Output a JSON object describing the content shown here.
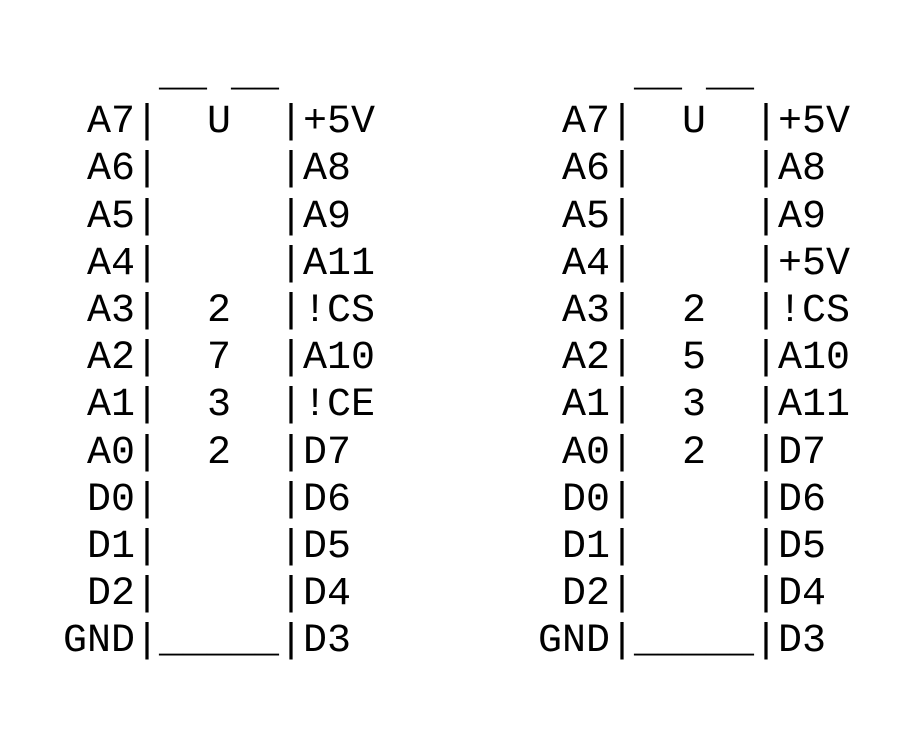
{
  "chips": [
    {
      "lines": [
        "    __ __",
        "A7|  U  |+5V",
        "A6|     |A8",
        "A5|     |A9",
        "A4|     |A11",
        "A3|  2  |!CS",
        "A2|  7  |A10",
        "A1|  3  |!CE",
        "A0|  2  |D7",
        "D0|     |D6",
        "D1|     |D5",
        "D2|     |D4",
        "GND|_____|D3"
      ]
    },
    {
      "lines": [
        "    __ __",
        "A7|  U  |+5V",
        "A6|     |A8",
        "A5|     |A9",
        "A4|     |+5V",
        "A3|  2  |!CS",
        "A2|  5  |A10",
        "A1|  3  |A11",
        "A0|  2  |D7",
        "D0|     |D6",
        "D1|     |D5",
        "D2|     |D4",
        "GND|_____|D3"
      ]
    }
  ]
}
